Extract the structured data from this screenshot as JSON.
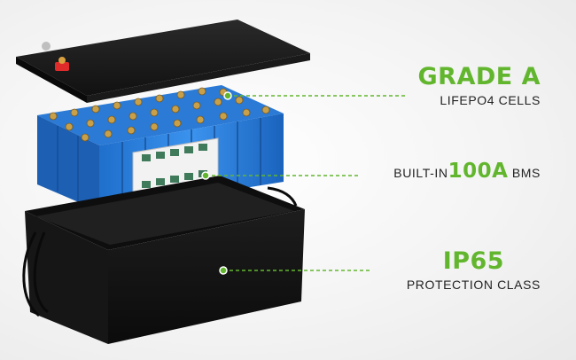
{
  "callouts": {
    "grade": {
      "title": "GRADE A",
      "subtitle": "LIFEPO4 CELLS"
    },
    "bms": {
      "prefix": "BUILT-IN",
      "value": "100A",
      "suffix": "BMS"
    },
    "protection": {
      "title": "IP65",
      "subtitle": "PROTECTION CLASS"
    }
  },
  "colors": {
    "accent": "#62b62e",
    "cell_blue": "#2f86e0",
    "case_black": "#151515"
  }
}
